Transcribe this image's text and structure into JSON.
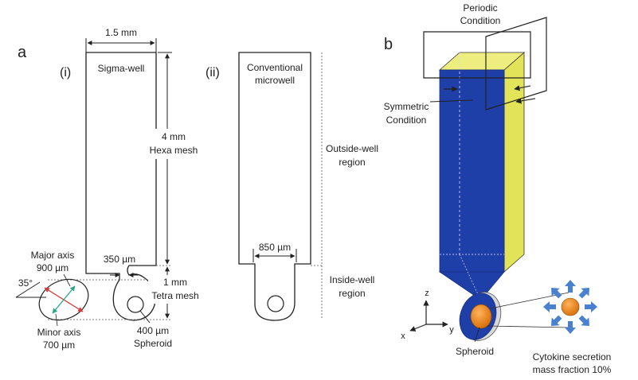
{
  "panels": {
    "a": "a",
    "b": "b"
  },
  "subpanels": {
    "i": "(i)",
    "ii": "(ii)"
  },
  "well_titles": {
    "sigma": "Sigma-well",
    "conv_line1": "Conventional",
    "conv_line2": "microwell"
  },
  "dimensions": {
    "width": "1.5 mm",
    "height_top_value": "4 mm",
    "height_top_mesh": "Hexa mesh",
    "height_bottom_value": "1 mm",
    "height_bottom_mesh": "Tetra mesh",
    "neck": "350 µm",
    "conv_bottom": "850 µm",
    "spheroid_size": "400 µm",
    "spheroid_label": "Spheroid"
  },
  "ellipse": {
    "angle": "35°",
    "major_line1": "Major axis",
    "major_line2": "900 µm",
    "minor_line1": "Minor axis",
    "minor_line2": "700 µm"
  },
  "regions": {
    "outside_line1": "Outside-well",
    "outside_line2": "region",
    "inside_line1": "Inside-well",
    "inside_line2": "region"
  },
  "model_3d": {
    "periodic_line1": "Periodic",
    "periodic_line2": "Condition",
    "symmetric_line1": "Symmetric",
    "symmetric_line2": "Condition",
    "spheroid_label": "Spheroid",
    "axis_z": "z",
    "axis_x": "x",
    "axis_y": "y",
    "cytokine_line1": "Cytokine secretion",
    "cytokine_line2": "mass fraction 10%"
  },
  "colors": {
    "blue_face": "#1f3fa8",
    "yellow_face": "#e3e35a",
    "top_face": "#eeee80",
    "orange": "#e88a1a",
    "arrow_blue": "#4a80d0",
    "teal": "#2aa68a",
    "red": "#d63b3b"
  }
}
